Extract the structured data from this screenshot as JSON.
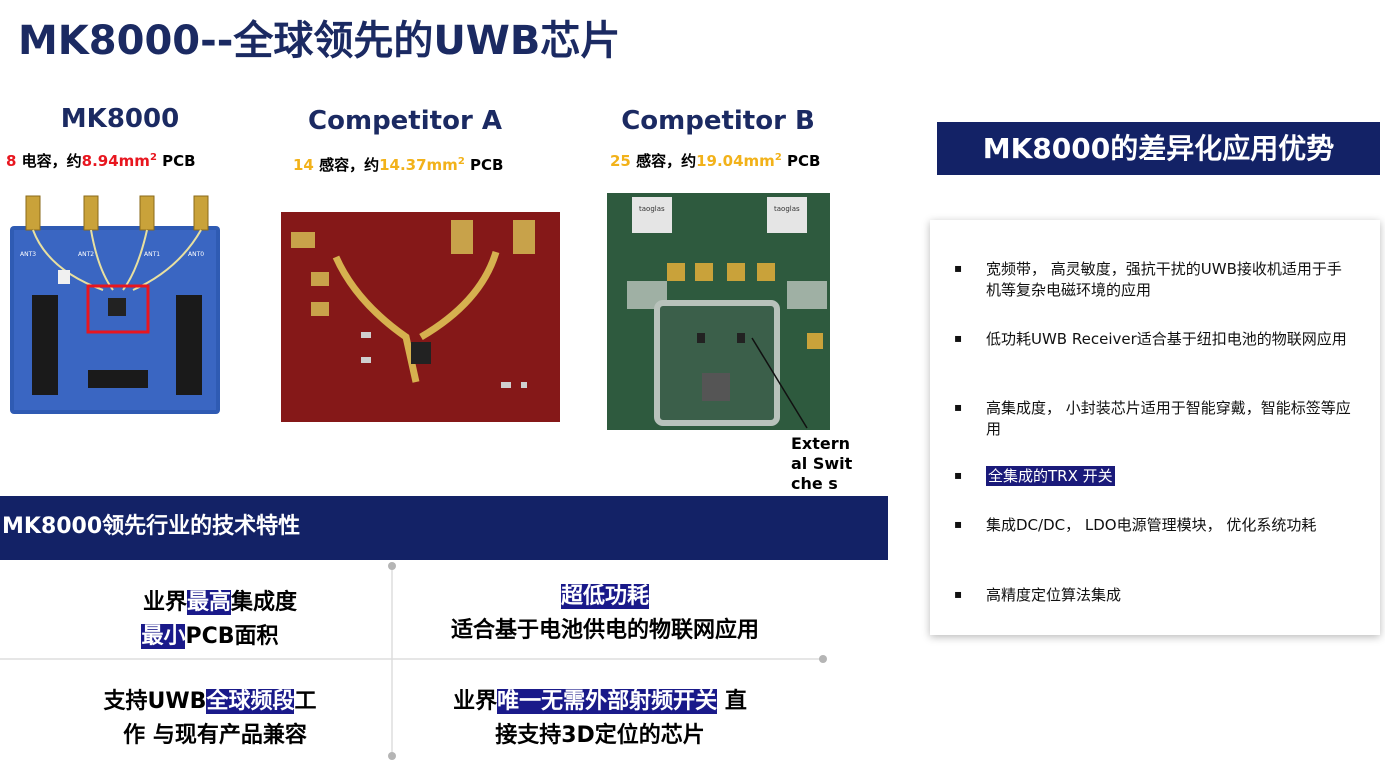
{
  "title": "MK8000--全球领先的UWB芯片",
  "chips": [
    {
      "name": "MK8000",
      "count": "8",
      "count_label": " 电容，约",
      "area": "8.94mm",
      "area_sup": "2",
      "pcb": " PCB",
      "accent": "#e8161f"
    },
    {
      "name": "Competitor A",
      "count": "14",
      "count_label": " 感容，约",
      "area": "14.37mm",
      "area_sup": "2",
      "pcb": " PCB",
      "accent": "#f2b21a"
    },
    {
      "name": "Competitor B",
      "count": "25",
      "count_label": " 感容，约",
      "area": "19.04mm",
      "area_sup": "2",
      "pcb": " PCB",
      "accent": "#f2b21a"
    }
  ],
  "external_switches_label": "Extern al Switche s",
  "board_labels": {
    "a_ant": [
      "ANT3",
      "ANT2",
      "ANT1",
      "ANT0"
    ],
    "b_ant": [
      "taoglas",
      "taoglas"
    ]
  },
  "advantages": {
    "header": "MK8000的差异化应用优势",
    "items": [
      "宽频带， 高灵敏度，强抗干扰的UWB接收机适用于手机等复杂电磁环境的应用",
      "低功耗UWB  Receiver适合基于纽扣电池的物联网应用",
      "高集成度， 小封装芯片适用于智能穿戴，智能标签等应用",
      "全集成的TRX 开关",
      "集成DC/DC， LDO电源管理模块， 优化系统功耗",
      "高精度定位算法集成"
    ],
    "bullet": "▪"
  },
  "tech": {
    "header": "MK8000领先行业的技术特性",
    "f1": {
      "p1": "业界",
      "h1": "最高",
      "p2": "集成度",
      "h2": "最小",
      "p3": "PCB面积"
    },
    "f2": {
      "h1": "超低功耗",
      "p1": "适合基于电池供电的物联网应用"
    },
    "f3": {
      "p1": "支持UWB",
      "h1": "全球频段",
      "p2": "工",
      "p3": "作 与现有产品兼容"
    },
    "f4": {
      "p1": "业界",
      "h1": "唯一无需外部射频开关",
      "p2": " 直",
      "p3": "接支持3D定位的芯片"
    }
  },
  "colors": {
    "navy": "#1b2a62",
    "band": "#132266",
    "red": "#e8161f",
    "gold": "#f2b21a"
  }
}
